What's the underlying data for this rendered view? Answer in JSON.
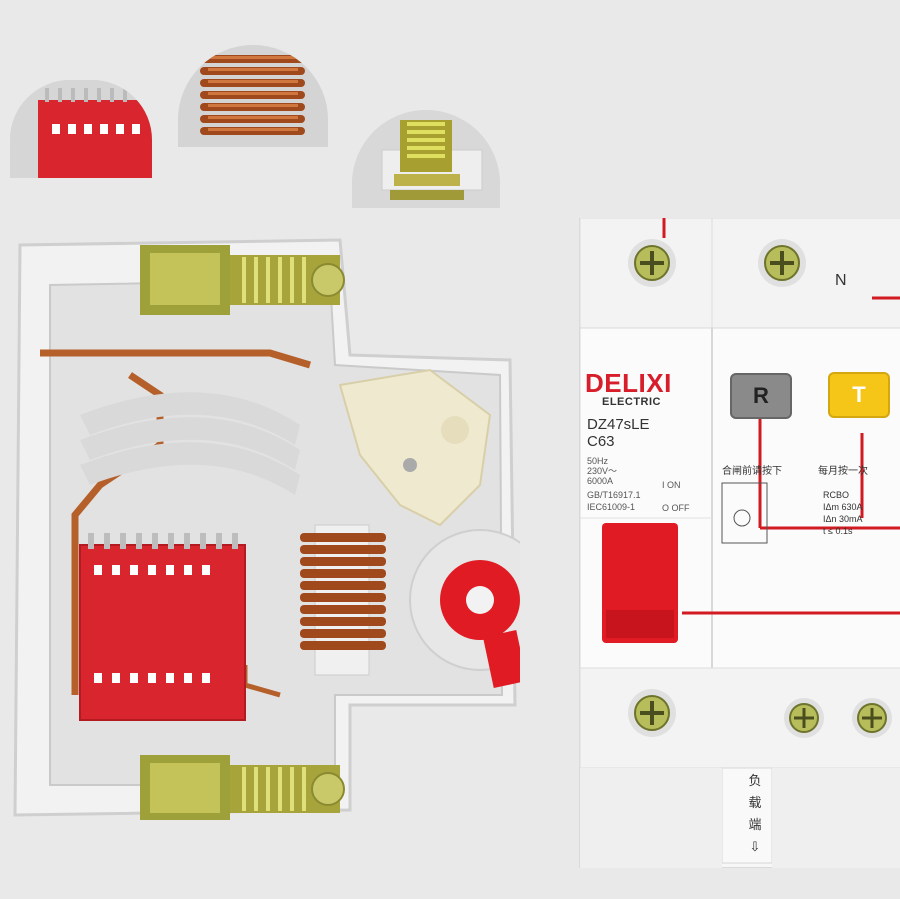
{
  "brand": {
    "name": "DELIXI",
    "sub": "ELECTRIC"
  },
  "model": "DZ47sLE",
  "rating": "C63",
  "specs": [
    "50Hz",
    "230V～",
    "6000A",
    "GB/T16917.1",
    "IEC61009-1"
  ],
  "switch_labels": {
    "on": "I ON",
    "off": "O OFF"
  },
  "buttons": {
    "reset": "R",
    "test": "T"
  },
  "cn_labels": {
    "reset_note": "合闸前请按下",
    "test_note": "每月按一次"
  },
  "rcbo_specs": [
    "RCBO",
    "IΔm 630A",
    "IΔn 30mA",
    "t ≤ 0.1s"
  ],
  "neutral_label": "N",
  "load_label": [
    "负",
    "载",
    "端",
    "⇩"
  ],
  "colors": {
    "background": "#e9e9e9",
    "brand_red": "#d81e2a",
    "test_yellow": "#f5c518",
    "copper": "#b5602a"
  }
}
